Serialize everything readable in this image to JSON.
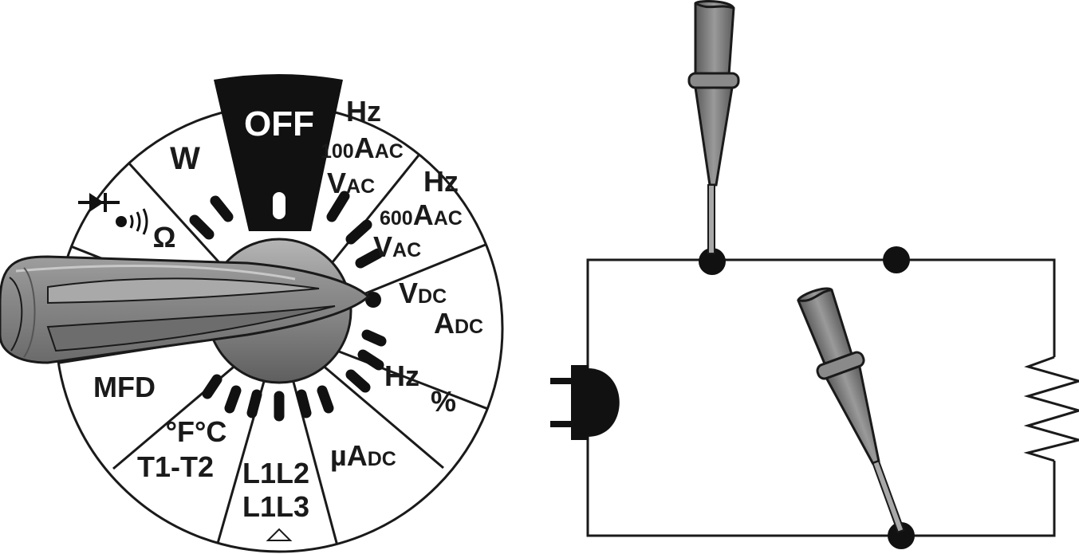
{
  "dial": {
    "off": "OFF",
    "watts": "W",
    "continuity_ohm": "Ω",
    "hz_100_line1": "Hz",
    "hz_100_num": "100",
    "hz_100_a": "A",
    "hz_100_ac": "AC",
    "hz_100_v": "V",
    "hz_100_vac": "AC",
    "hz_600_line1": "Hz",
    "hz_600_num": "600",
    "hz_600_a": "A",
    "hz_600_ac": "AC",
    "hz_600_v": "V",
    "hz_600_vac": "AC",
    "vdc_v": "V",
    "vdc_dc": "DC",
    "adc_a": "A",
    "adc_dc": "DC",
    "hz_pct_hz": "Hz",
    "hz_pct_pct": "%",
    "uadc_u": "µA",
    "uadc_dc": "DC",
    "l1l2": "L1L2",
    "l1l3": "L1L3",
    "temp": "°F°C",
    "t1t2": "T1-T2",
    "mfd": "MFD"
  },
  "colors": {
    "outline": "#1a1a1a",
    "knob_gray": "#8c8c8c",
    "probe_gray": "#7f7f7f",
    "off_sector": "#111111"
  }
}
